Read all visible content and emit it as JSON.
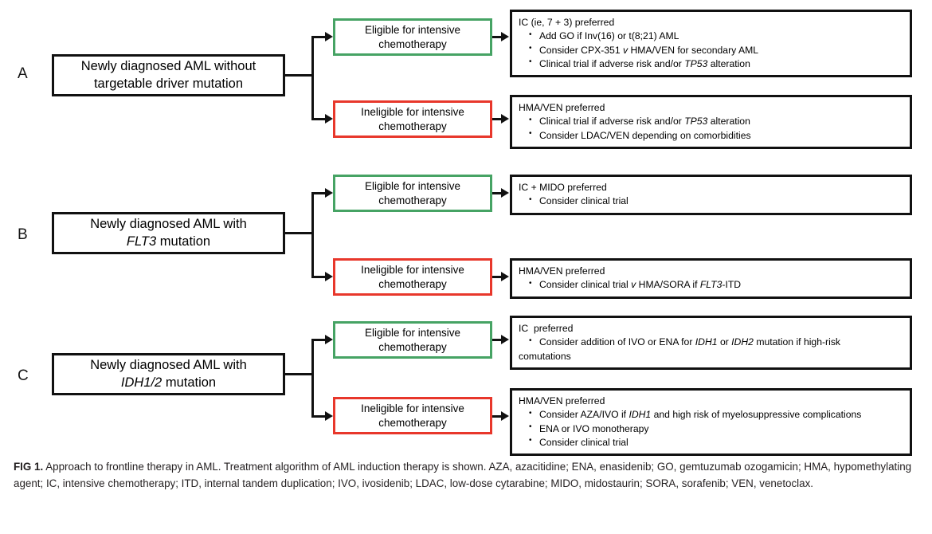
{
  "figure": {
    "label": "FIG 1.",
    "caption": " Approach to frontline therapy in AML. Treatment algorithm of AML induction therapy is shown. AZA, azacitidine; ENA, enasidenib; GO, gemtuzumab ozogamicin; HMA, hypomethylating agent; IC, intensive chemotherapy; ITD, internal tandem duplication; IVO, ivosidenib; LDAC, low-dose cytarabine; MIDO, midostaurin; SORA, sorafenib; VEN, venetoclax."
  },
  "colors": {
    "eligible_border": "#46a364",
    "ineligible_border": "#e8372b",
    "box_border": "#111111",
    "text": "#000000"
  },
  "panels": [
    {
      "letter": "A",
      "source_line1": "Newly diagnosed AML without",
      "source_line2": "targetable driver mutation",
      "source_line2_italic": "",
      "branches": [
        {
          "eligibility_line1": "Eligible for intensive",
          "eligibility_line2": "chemotherapy",
          "eligibility_type": "green",
          "outcome_title": "IC (ie, 7 + 3) preferred",
          "outcome_bullets": [
            {
              "pre": "Add GO if Inv(16) or t(8;21) AML",
              "italic": "",
              "post": ""
            },
            {
              "pre": "Consider CPX-351 ",
              "italic": "v",
              "post": " HMA/VEN for secondary AML"
            },
            {
              "pre": "Clinical trial if adverse risk and/or ",
              "italic": "TP53",
              "post": " alteration"
            }
          ]
        },
        {
          "eligibility_line1": "Ineligible for intensive",
          "eligibility_line2": "chemotherapy",
          "eligibility_type": "red",
          "outcome_title": "HMA/VEN preferred",
          "outcome_bullets": [
            {
              "pre": "Clinical trial if adverse risk and/or ",
              "italic": "TP53",
              "post": " alteration"
            },
            {
              "pre": "Consider LDAC/VEN depending on comorbidities",
              "italic": "",
              "post": ""
            }
          ]
        }
      ]
    },
    {
      "letter": "B",
      "source_line1": "Newly diagnosed AML with",
      "source_line2": " mutation",
      "source_line2_italic": "FLT3",
      "branches": [
        {
          "eligibility_line1": "Eligible for intensive",
          "eligibility_line2": "chemotherapy",
          "eligibility_type": "green",
          "outcome_title": "IC + MIDO preferred",
          "outcome_bullets": [
            {
              "pre": "Consider clinical trial",
              "italic": "",
              "post": ""
            }
          ]
        },
        {
          "eligibility_line1": "Ineligible for intensive",
          "eligibility_line2": "chemotherapy",
          "eligibility_type": "red",
          "outcome_title": "HMA/VEN preferred",
          "outcome_bullets": [
            {
              "pre": "Consider clinical trial ",
              "italic": "v",
              "post": " HMA/SORA if "
            },
            {
              "pre": "",
              "italic": "FLT3",
              "post": "-ITD"
            }
          ]
        }
      ]
    },
    {
      "letter": "C",
      "source_line1": "Newly diagnosed AML with",
      "source_line2": " mutation",
      "source_line2_italic": "IDH1/2",
      "branches": [
        {
          "eligibility_line1": "Eligible for intensive",
          "eligibility_line2": "chemotherapy",
          "eligibility_type": "green",
          "outcome_title": "IC  preferred",
          "outcome_bullets": [
            {
              "pre": "Consider addition of IVO or ENA for ",
              "italic": "IDH1",
              "post": " or "
            }
          ]
        },
        {
          "eligibility_line1": "Ineligible for intensive",
          "eligibility_line2": "chemotherapy",
          "eligibility_type": "red",
          "outcome_title": "HMA/VEN preferred",
          "outcome_bullets": [
            {
              "pre": "Consider AZA/IVO if ",
              "italic": "IDH1",
              "post": " and high risk of myelosuppressive complications"
            },
            {
              "pre": "ENA or IVO monotherapy",
              "italic": "",
              "post": ""
            },
            {
              "pre": "Consider clinical trial",
              "italic": "",
              "post": ""
            }
          ]
        }
      ]
    }
  ],
  "outcome_text": {
    "a1_title": "IC (ie, 7 + 3) preferred",
    "a1_b1": "Add GO if Inv(16) or t(8;21) AML",
    "a1_b2_pre": "Consider CPX-351 ",
    "a1_b2_it": "v",
    "a1_b2_post": " HMA/VEN for secondary AML",
    "a1_b3_pre": "Clinical trial if adverse risk and/or ",
    "a1_b3_it": "TP53",
    "a1_b3_post": " alteration",
    "a2_title": "HMA/VEN preferred",
    "a2_b1_pre": "Clinical trial if adverse risk and/or ",
    "a2_b1_it": "TP53",
    "a2_b1_post": " alteration",
    "a2_b2": "Consider LDAC/VEN depending on comorbidities",
    "b1_title": "IC + MIDO preferred",
    "b1_b1": "Consider clinical trial",
    "b2_title": "HMA/VEN preferred",
    "b2_b1_pre": "Consider clinical trial ",
    "b2_b1_it1": "v",
    "b2_b1_mid": " HMA/SORA if ",
    "b2_b1_it2": "FLT3",
    "b2_b1_post": "-ITD",
    "c1_title": "IC  preferred",
    "c1_b1_pre": "Consider addition of IVO or ENA for ",
    "c1_b1_it1": "IDH1",
    "c1_b1_mid": " or ",
    "c1_b1_it2": "IDH2",
    "c1_b1_post": " mutation if high-risk",
    "c1_b1_wrap": "comutations",
    "c2_title": "HMA/VEN preferred",
    "c2_b1_pre": "Consider AZA/IVO if ",
    "c2_b1_it": "IDH1",
    "c2_b1_post": " and high risk of myelosuppressive complications",
    "c2_b2": "ENA or IVO monotherapy",
    "c2_b3": "Consider clinical trial"
  },
  "labels": {
    "eligible_l1": "Eligible for intensive",
    "eligible_l2": "chemotherapy",
    "ineligible_l1": "Ineligible for intensive",
    "ineligible_l2": "chemotherapy",
    "panel_a": "A",
    "panel_b": "B",
    "panel_c": "C",
    "src_a_l1": "Newly diagnosed AML without",
    "src_a_l2": "targetable driver mutation",
    "src_b_l1": "Newly diagnosed AML with",
    "src_b_l2_it": "FLT3",
    "src_b_l2_post": " mutation",
    "src_c_l1": "Newly diagnosed AML with",
    "src_c_l2_it": "IDH1/2",
    "src_c_l2_post": " mutation"
  }
}
